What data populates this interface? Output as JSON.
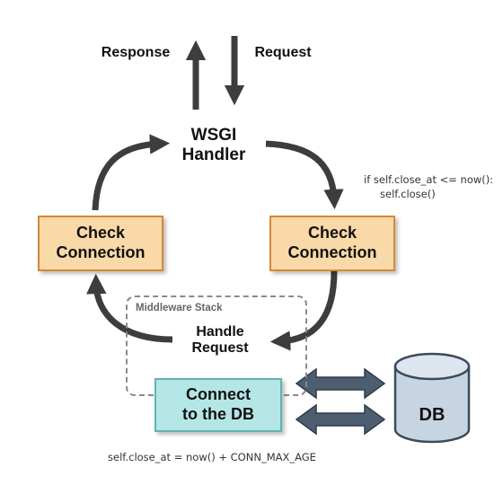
{
  "labels": {
    "response": "Response",
    "request": "Request",
    "wsgi_handler": "WSGI\nHandler",
    "check_connection_left": "Check\nConnection",
    "check_connection_right": "Check\nConnection",
    "middleware_stack": "Middleware Stack",
    "handle_request": "Handle\nRequest",
    "connect_db": "Connect\nto the DB",
    "db": "DB"
  },
  "code": {
    "close_check_line1": "if self.close_at <= now():",
    "close_check_line2": "self.close()",
    "close_at_assign": "self.close_at = now() + CONN_MAX_AGE"
  },
  "colors": {
    "check_fill": "#fad9a8",
    "check_border": "#d58a33",
    "connect_fill": "#b5e6e6",
    "connect_border": "#5fb3b3",
    "db_fill": "#c7d4e1",
    "arrow_dark": "#3d3d3d",
    "db_arrow": "#4d5e70"
  }
}
